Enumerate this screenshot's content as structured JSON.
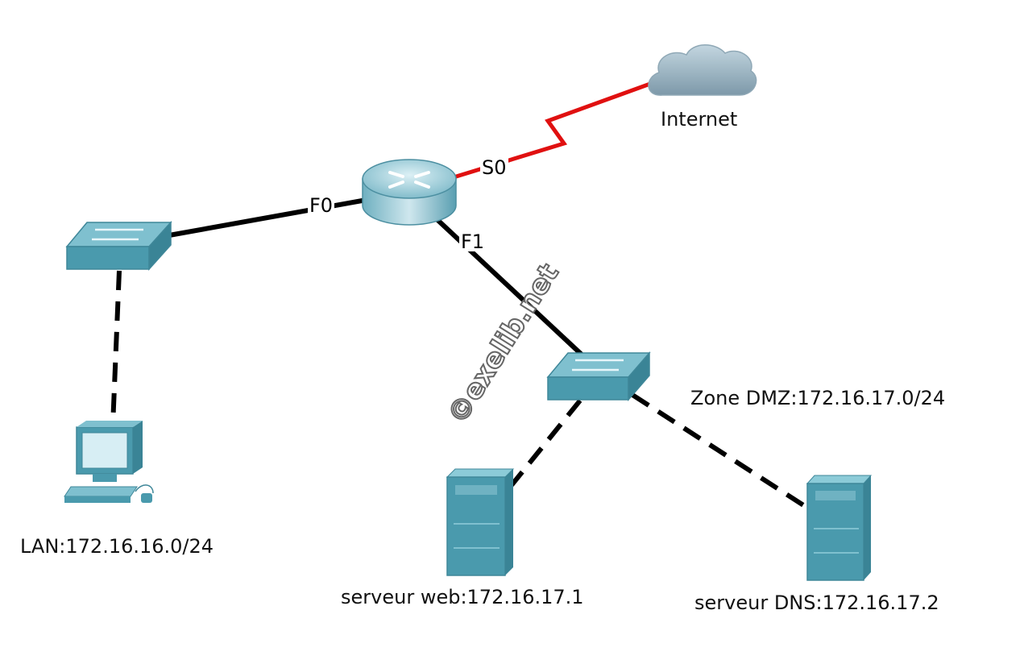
{
  "labels": {
    "internet": "Internet",
    "lan": "LAN:172.16.16.0/24",
    "dmz": "Zone DMZ:172.16.17.0/24",
    "web": "serveur web:172.16.17.1",
    "dns": "serveur DNS:172.16.17.2"
  },
  "ports": {
    "s0": "S0",
    "f0": "F0",
    "f1": "F1"
  },
  "watermark": "©exelib.net",
  "colors": {
    "serial_link": "#e01010",
    "device_body": "#4a9aad",
    "device_top": "#7fc0cf",
    "cable": "#000000"
  },
  "icons": [
    "cloud-icon",
    "router-icon",
    "switch-icon",
    "pc-icon",
    "server-icon"
  ]
}
